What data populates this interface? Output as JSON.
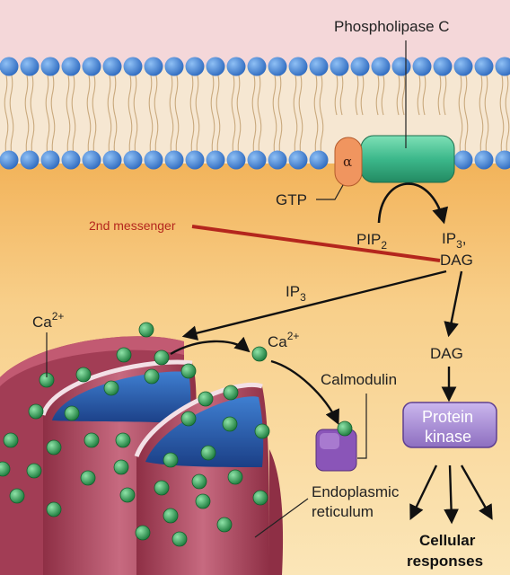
{
  "labels": {
    "phospholipase": "Phospholipase C",
    "alpha": "α",
    "gtp": "GTP",
    "second_messenger": "2nd messenger",
    "pip": "PIP",
    "pip_sub": "2",
    "ip3_top": "IP",
    "ip3_top_sub": "3",
    "ip3_comma": ",",
    "dag_top": "DAG",
    "ip3_mid": "IP",
    "ip3_mid_sub": "3",
    "ca_left": "Ca",
    "ca_left_sup": "2+",
    "ca_right": "Ca",
    "ca_right_sup": "2+",
    "calmodulin": "Calmodulin",
    "dag_mid": "DAG",
    "protein_kinase_line1": "Protein",
    "protein_kinase_line2": "kinase",
    "er_line1": "Endoplasmic",
    "er_line2": "reticulum",
    "cellular_line1": "Cellular",
    "cellular_line2": "responses"
  },
  "colors": {
    "background_top": "#f4d7d9",
    "cytoplasm": "#f6c57a",
    "membrane_head": "#3f7fd1",
    "enzyme": "#39b78a",
    "g_alpha": "#e88a55",
    "protein_kinase": "#a58ad1",
    "calmodulin": "#8a55b8",
    "er_outer": "#b8566a",
    "er_inner": "#2d62a8",
    "calcium": "#2f9a52",
    "messenger_line": "#b4261d"
  }
}
